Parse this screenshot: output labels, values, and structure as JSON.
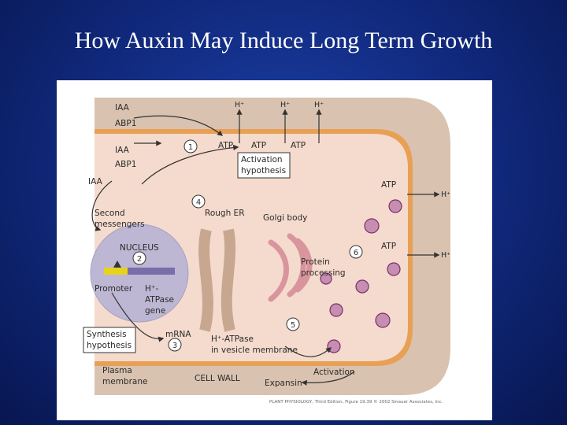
{
  "slide": {
    "title": "How Auxin May Induce Long Term Growth"
  },
  "diagram": {
    "auxin_labels": [
      "IAA",
      "ABP1",
      "IAA",
      "ABP1",
      "IAA"
    ],
    "proton": "H⁺",
    "atp": "ATP",
    "steps": [
      "1",
      "2",
      "3",
      "4",
      "5",
      "6"
    ],
    "activation_hypothesis": [
      "Activation",
      "hypothesis"
    ],
    "second_messengers": [
      "Second",
      "messengers"
    ],
    "nucleus": "NUCLEUS",
    "promoter": "Promoter",
    "gene_label": [
      "H⁺-",
      "ATPase",
      "gene"
    ],
    "mrna": "mRNA",
    "synthesis_hypothesis": [
      "Synthesis",
      "hypothesis"
    ],
    "rough_er": "Rough ER",
    "golgi": "Golgi body",
    "protein_processing": [
      "Protein",
      "processing"
    ],
    "vesicle_label": [
      "H⁺-ATPase",
      "in vesicle membrane"
    ],
    "plasma_membrane": [
      "Plasma",
      "membrane"
    ],
    "cell_wall": "CELL WALL",
    "activation": "Activation",
    "expansin": "Expansin",
    "credit": "PLANT PHYSIOLOGY, Third Edition, Figure 19.39 © 2002 Sinauer Associates, Inc."
  }
}
